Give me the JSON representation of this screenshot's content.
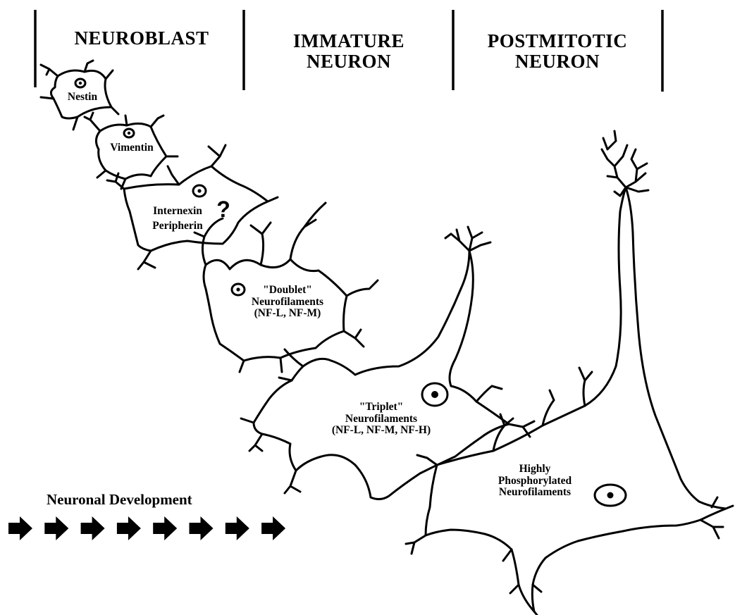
{
  "stages": {
    "neuroblast": [
      "NEUROBLAST"
    ],
    "immature": [
      "IMMATURE",
      "NEURON"
    ],
    "postmitotic": [
      "POSTMITOTIC",
      "NEURON"
    ]
  },
  "cells": {
    "nestin": [
      "Nestin"
    ],
    "vimentin": [
      "Vimentin"
    ],
    "internexin": [
      "Internexin",
      "Peripherin"
    ],
    "question": "?",
    "doublet": [
      "\"Doublet\"",
      "Neurofilaments",
      "(NF-L, NF-M)"
    ],
    "triplet": [
      "\"Triplet\"",
      "Neurofilaments",
      "(NF-L, NF-M, NF-H)"
    ],
    "phospho": [
      "Highly",
      "Phosphorylated",
      "Neurofilaments"
    ]
  },
  "development": {
    "title": "Neuronal Development",
    "arrow_count": 8,
    "arrow_icon": "right-arrow-icon"
  },
  "colors": {
    "ink": "#000000",
    "background": "#ffffff"
  }
}
